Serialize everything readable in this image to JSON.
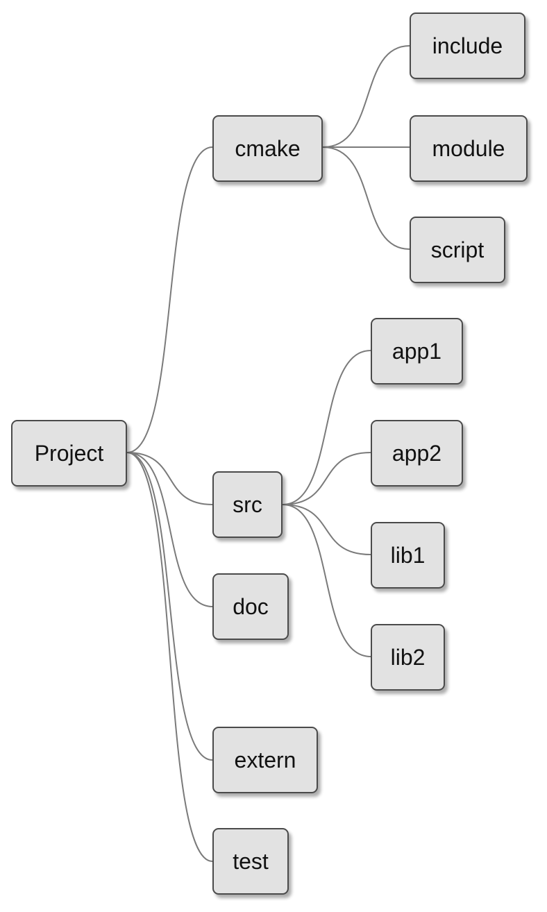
{
  "root": {
    "label": "Project"
  },
  "children": [
    {
      "label": "cmake",
      "children": [
        {
          "label": "include"
        },
        {
          "label": "module"
        },
        {
          "label": "script"
        }
      ]
    },
    {
      "label": "src",
      "children": [
        {
          "label": "app1"
        },
        {
          "label": "app2"
        },
        {
          "label": "lib1"
        },
        {
          "label": "lib2"
        }
      ]
    },
    {
      "label": "doc"
    },
    {
      "label": "extern"
    },
    {
      "label": "test"
    }
  ],
  "colors": {
    "node_fill": "#e2e2e2",
    "node_border": "#4a4a4a",
    "edge": "#7a7a7a"
  }
}
